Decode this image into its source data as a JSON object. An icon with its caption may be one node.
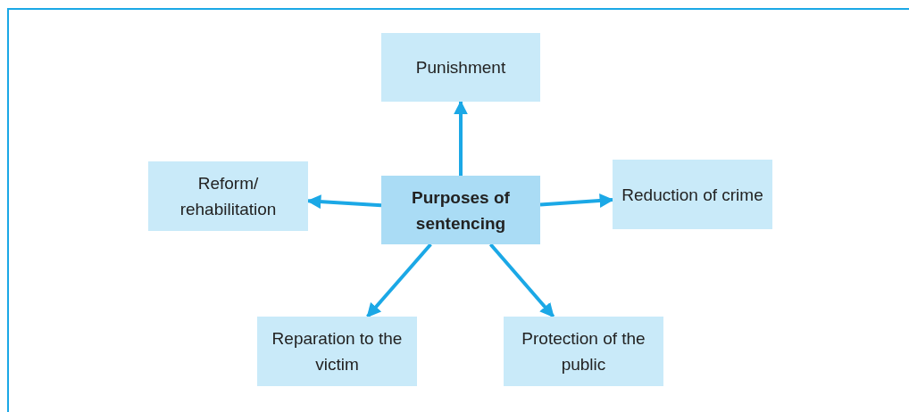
{
  "diagram": {
    "nodes": [
      {
        "text": [
          "Punishment"
        ]
      },
      {
        "text": [
          "Reform/ rehabilitation"
        ]
      },
      {
        "text": [
          "Purposes of sentencing"
        ]
      },
      {
        "text": [
          "Reduction of crime"
        ]
      },
      {
        "text": [
          "Reparation to the victim"
        ]
      },
      {
        "text": [
          "Protection of the public"
        ]
      }
    ],
    "edges": [
      {
        "from": 2,
        "to": 0,
        "arrow": "to"
      },
      {
        "from": 2,
        "to": 1,
        "arrow": "to"
      },
      {
        "from": 2,
        "to": 3,
        "arrow": "to"
      },
      {
        "from": 2,
        "to": 4,
        "arrow": "to"
      },
      {
        "from": 2,
        "to": 5,
        "arrow": "to"
      }
    ]
  }
}
